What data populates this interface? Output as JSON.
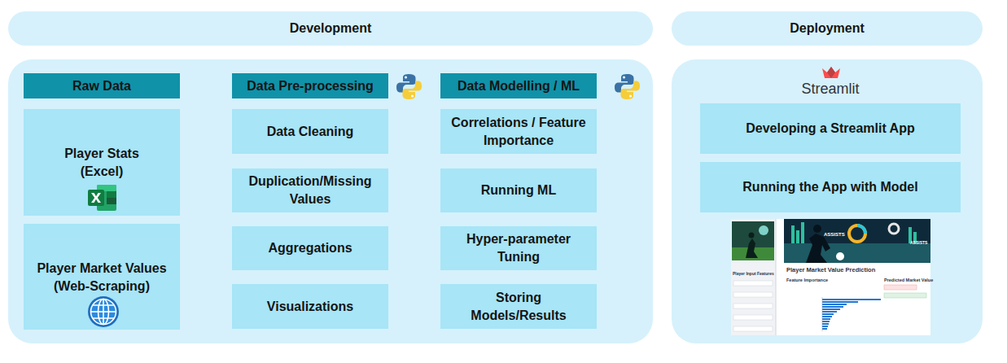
{
  "diagram": {
    "nodes": [
      {
        "text": [
          "Development"
        ]
      },
      {
        "text": [
          "Deployment"
        ]
      },
      {
        "text": [
          "Raw Data"
        ]
      },
      {
        "text": [
          "Player Stats (Excel)"
        ]
      },
      {
        "text": [
          "Player Market Values (Web-Scraping)"
        ]
      },
      {
        "text": [
          "Data Pre-processing"
        ]
      },
      {
        "text": [
          "Data Cleaning"
        ]
      },
      {
        "text": [
          "Duplication/Missing Values"
        ]
      },
      {
        "text": [
          "Aggregations"
        ]
      },
      {
        "text": [
          "Visualizations"
        ]
      },
      {
        "text": [
          "Data Modelling / ML"
        ]
      },
      {
        "text": [
          "Correlations / Feature Importance"
        ]
      },
      {
        "text": [
          "Running ML"
        ]
      },
      {
        "text": [
          "Hyper-parameter Tuning"
        ]
      },
      {
        "text": [
          "Storing Models/Results"
        ]
      },
      {
        "text": [
          "Developing a Streamlit App"
        ]
      },
      {
        "text": [
          "Running the App with Model"
        ]
      }
    ],
    "labels": [
      "Streamlit",
      "Player Input Features",
      "Player Market Value Prediction",
      "Feature Importance",
      "Predicted Market Value",
      "ASSISTS",
      "ASSISTS"
    ]
  }
}
